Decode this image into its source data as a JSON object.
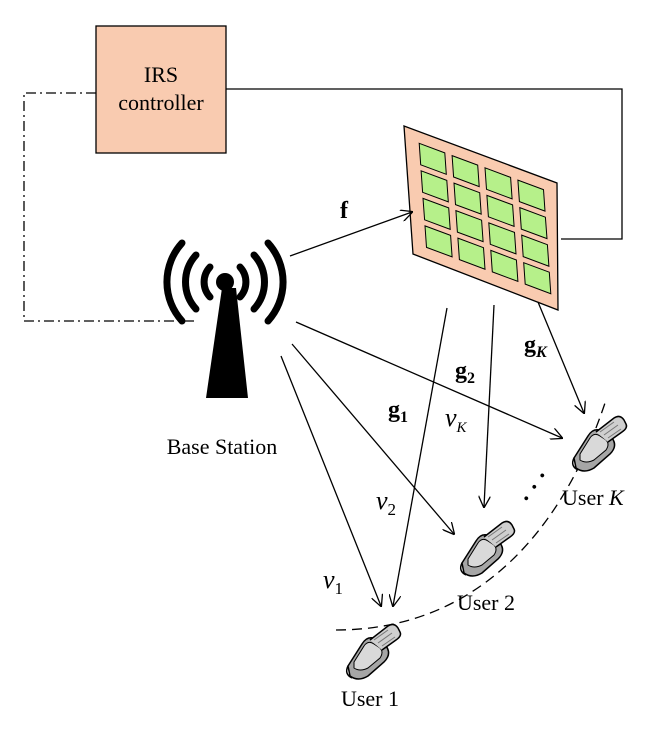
{
  "controller": {
    "line1": "IRS",
    "line2": "controller"
  },
  "base_station": {
    "label": "Base Station"
  },
  "channels": {
    "f": "f",
    "g1": "g",
    "g1_sub": "1",
    "g2": "g",
    "g2_sub": "2",
    "gK": "g",
    "gK_sub": "K",
    "v1": "v",
    "v1_sub": "1",
    "v2": "v",
    "v2_sub": "2",
    "vK": "v",
    "vK_sub": "K"
  },
  "users": {
    "user1": "User 1",
    "user2": "User 2",
    "userK_prefix": "User ",
    "userK_k": "K"
  },
  "ellipsis": "· · ·",
  "colors": {
    "controller_fill": "#f9cbb0",
    "irs_panel_fill": "#f9cbb0",
    "irs_element_fill": "#b6f08a",
    "stroke": "#000000",
    "phone_body": "#9a9a9a"
  }
}
